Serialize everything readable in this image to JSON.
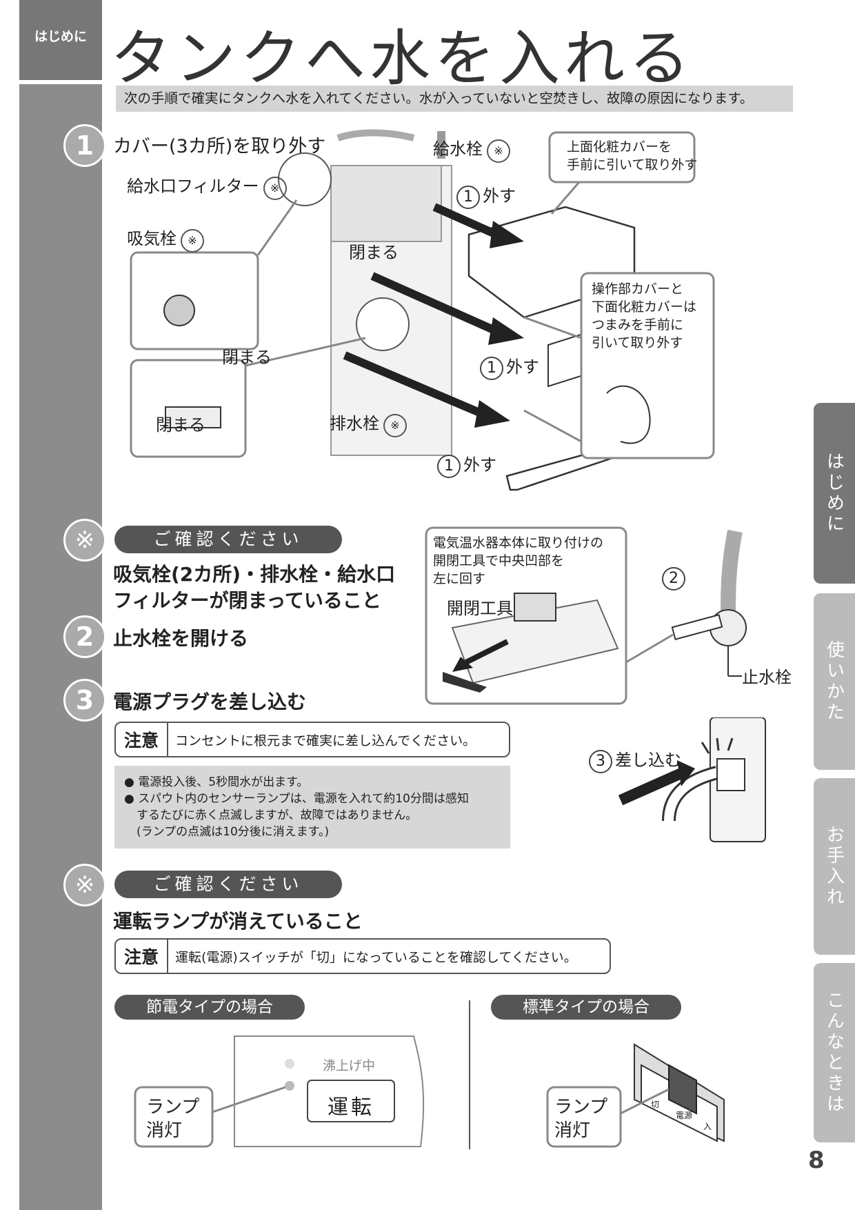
{
  "section_tag": "はじめに",
  "title": "タンクへ水を入れる",
  "intro": "次の手順で確実にタンクへ水を入れてください。水が入っていないと空焚きし、故障の原因になります。",
  "step1": {
    "num": "1",
    "heading": "カバー(3カ所)を取り外す",
    "label_kyusuisen": "給水栓",
    "label_filter": "給水口フィルター",
    "label_kikisen": "吸気栓",
    "label_haisuisen": "排水栓",
    "kome": "※",
    "close1": "閉まる",
    "close2": "閉まる",
    "close3": "閉まる",
    "remove": "外す",
    "circle1": "1",
    "callout_top": "上面化粧カバーを\n手前に引いて取り外す",
    "callout_side": "操作部カバーと\n下面化粧カバーは\nつまみを手前に\n引いて取り外す"
  },
  "confirm1": {
    "pill": "ご確認ください",
    "mark": "※",
    "text": "吸気栓(2カ所)・排水栓・給水口\nフィルターが閉まっていること"
  },
  "step2": {
    "num": "2",
    "heading": "止水栓を開ける",
    "callout": "電気温水器本体に取り付けの\n開閉工具で中央凹部を\n左に回す",
    "label_tool": "開閉工具",
    "label_stop": "止水栓",
    "circle": "2"
  },
  "step3": {
    "num": "3",
    "heading": "電源プラグを差し込む",
    "notice_label": "注意",
    "notice_text": "コンセントに根元まで確実に差し込んでください。",
    "info": [
      "電源投入後、5秒間水が出ます。",
      "スパウト内のセンサーランプは、電源を入れて約10分間は感知",
      "するたびに赤く点滅しますが、故障ではありません。",
      "(ランプの点滅は10分後に消えます。)"
    ],
    "circle": "3",
    "insert": "差し込む"
  },
  "confirm2": {
    "pill": "ご確認ください",
    "mark": "※",
    "text": "運転ランプが消えていること",
    "notice_label": "注意",
    "notice_text": "運転(電源)スイッチが「切」になっていることを確認してください。"
  },
  "types": {
    "eco": "節電タイプの場合",
    "standard": "標準タイプの場合",
    "boiling": "沸上げ中",
    "run": "運転",
    "lamp1": "ランプ\n消灯",
    "lamp2": "ランプ\n消灯",
    "switch_off": "切",
    "switch_power": "電源",
    "switch_on": "入"
  },
  "tabs": [
    "はじめに",
    "使いかた",
    "お手入れ",
    "こんなときは"
  ],
  "page_number": "8"
}
